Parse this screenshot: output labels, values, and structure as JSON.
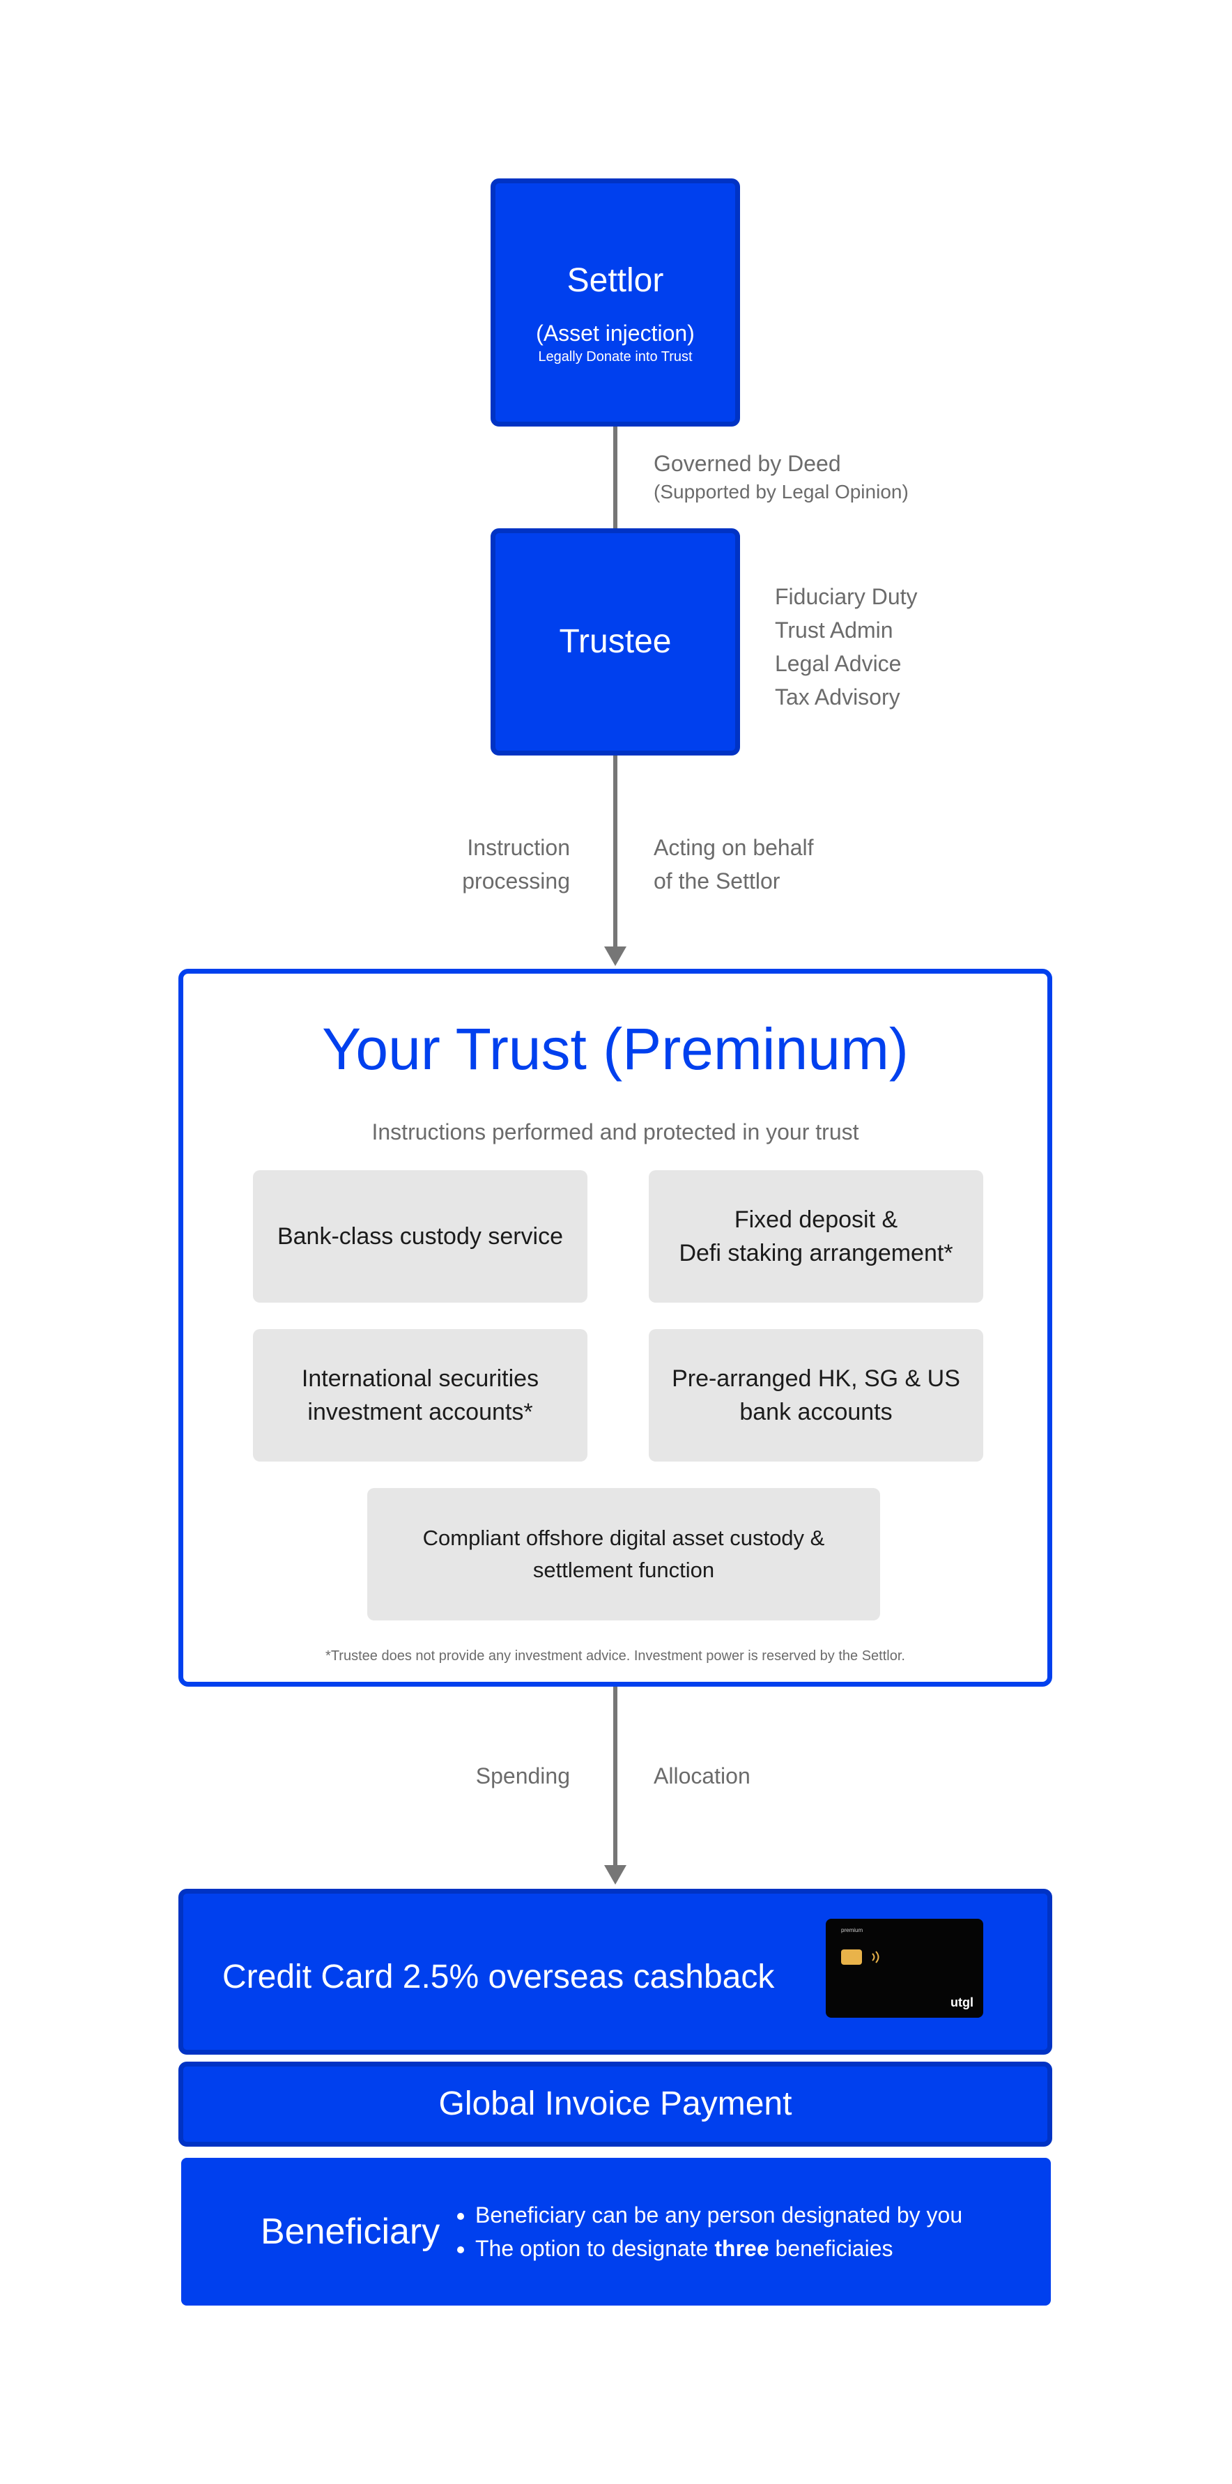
{
  "settlor": {
    "title": "Settlor",
    "subtitle": "(Asset injection)",
    "note": "Legally Donate into Trust"
  },
  "link_settlor_trustee": {
    "line1": "Governed by Deed",
    "line2": "(Supported by Legal Opinion)"
  },
  "trustee": {
    "title": "Trustee",
    "duties": [
      "Fiduciary Duty",
      "Trust Admin",
      "Legal Advice",
      "Tax Advisory"
    ]
  },
  "link_trustee_trust": {
    "left_line1": "Instruction",
    "left_line2": "processing",
    "right_line1": "Acting on behalf",
    "right_line2": "of the Settlor"
  },
  "trust": {
    "title": "Your Trust (Preminum)",
    "subtitle": "Instructions performed and protected in your trust",
    "services": [
      {
        "line1": "Bank-class custody service",
        "line2": ""
      },
      {
        "line1": "Fixed deposit &",
        "line2": "Defi staking arrangement*"
      },
      {
        "line1": "International securities",
        "line2": "investment accounts*"
      },
      {
        "line1": "Pre-arranged HK, SG & US",
        "line2": "bank accounts"
      },
      {
        "line1": "Compliant offshore digital asset custody &",
        "line2": "settlement function"
      }
    ],
    "footnote": "*Trustee does not provide any investment advice. Investment power is reserved by the Settlor."
  },
  "link_trust_outputs": {
    "left": "Spending",
    "right": "Allocation"
  },
  "credit_card": {
    "label": "Credit Card 2.5% overseas cashback",
    "card_tier": "premium",
    "card_brand": "utgl"
  },
  "invoice": {
    "label": "Global Invoice Payment"
  },
  "beneficiary": {
    "label": "Beneficiary",
    "bullet1": "Beneficiary can be any person designated by you",
    "bullet2_before": "The option to designate ",
    "bullet2_bold": "three",
    "bullet2_after": " beneficiaies"
  },
  "colors": {
    "primary_blue": "#0040ee",
    "border_blue": "#0033c4",
    "gray_card": "#e6e6e6",
    "connector": "#767676",
    "side_text": "#6b6b6b"
  }
}
